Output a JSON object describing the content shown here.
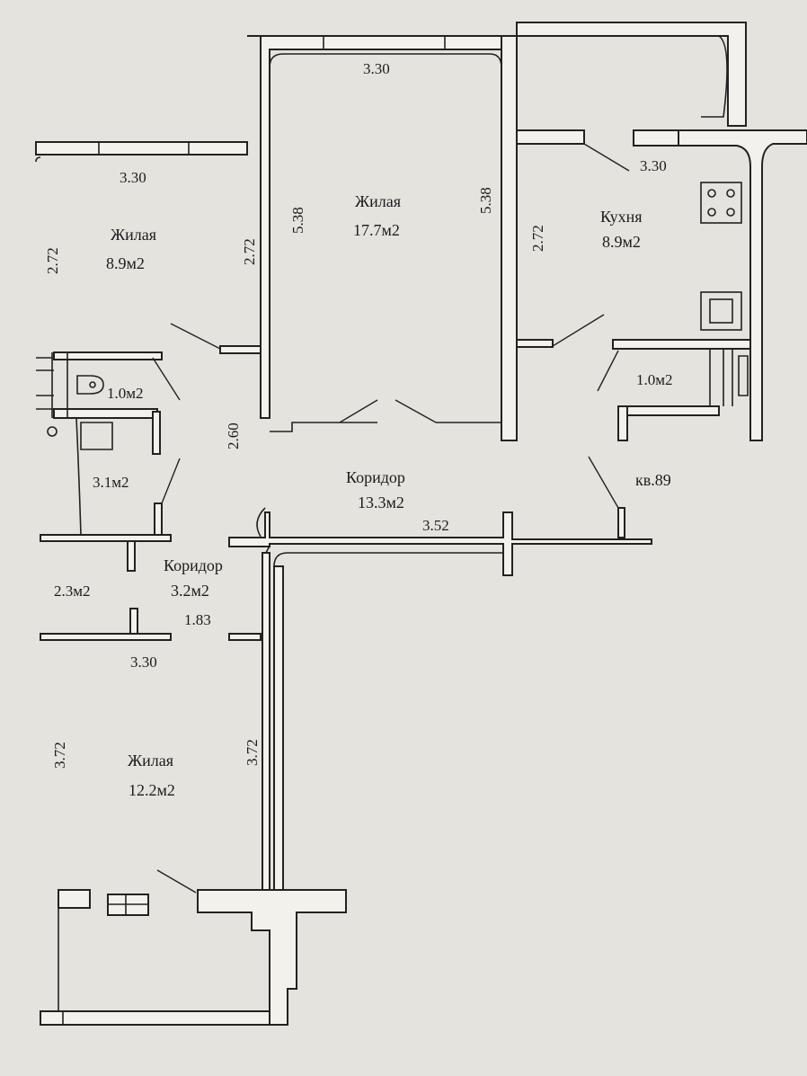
{
  "plan": {
    "apartment_label": "кв.89",
    "rooms": [
      {
        "name": "Жилая",
        "area": "17.7м2"
      },
      {
        "name": "Жилая",
        "area": "8.9м2"
      },
      {
        "name": "Кухня",
        "area": "8.9м2"
      },
      {
        "name": "Коридор",
        "area": "13.3м2"
      },
      {
        "name": "Коридор",
        "area": "3.2м2"
      },
      {
        "name": "Жилая",
        "area": "12.2м2"
      }
    ],
    "small_areas": {
      "wc": "1.0м2",
      "bath": "3.1м2",
      "pantry_kitchen": "1.0м2",
      "storage": "2.3м2"
    },
    "dimensions": {
      "living_large_width": "3.30",
      "living_large_left": "5.38",
      "living_large_right": "5.38",
      "living_small_width": "3.30",
      "living_small_left": "2.72",
      "living_small_right": "2.72",
      "kitchen_width": "3.30",
      "kitchen_left": "2.72",
      "corridor_height": "2.60",
      "corridor_length": "3.52",
      "corridor2_length": "1.83",
      "bedroom_width": "3.30",
      "bedroom_left": "3.72",
      "bedroom_right": "3.72"
    }
  }
}
